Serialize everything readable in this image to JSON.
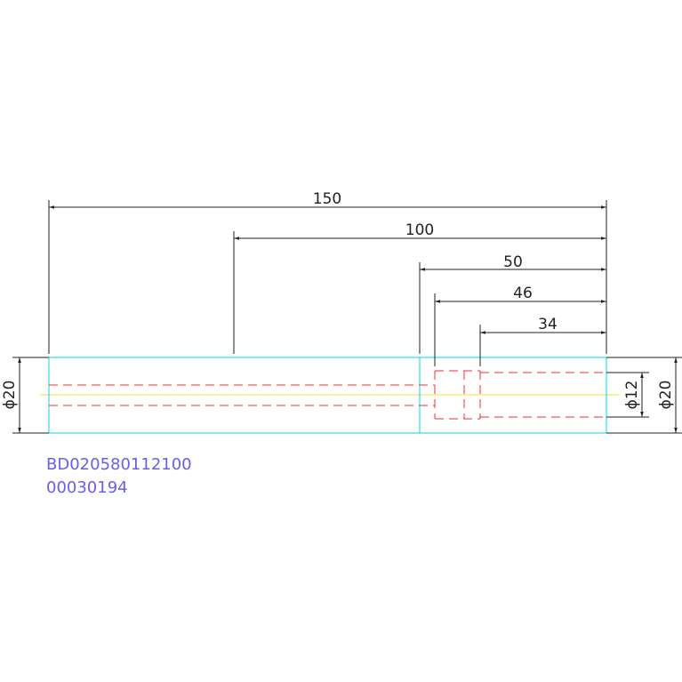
{
  "dimensions": {
    "length_total": "150",
    "length_100": "100",
    "length_50": "50",
    "length_46": "46",
    "length_34": "34",
    "dia_left": "ϕ20",
    "dia_inner": "ϕ12",
    "dia_right": "ϕ20"
  },
  "part": {
    "code": "BD020580112100",
    "number": "00030194"
  },
  "colors": {
    "outline": "#00d8e8",
    "hidden": "#e8323a",
    "centerline": "#f2e33a",
    "dimension": "#222222",
    "code": "#6a5ee8"
  }
}
